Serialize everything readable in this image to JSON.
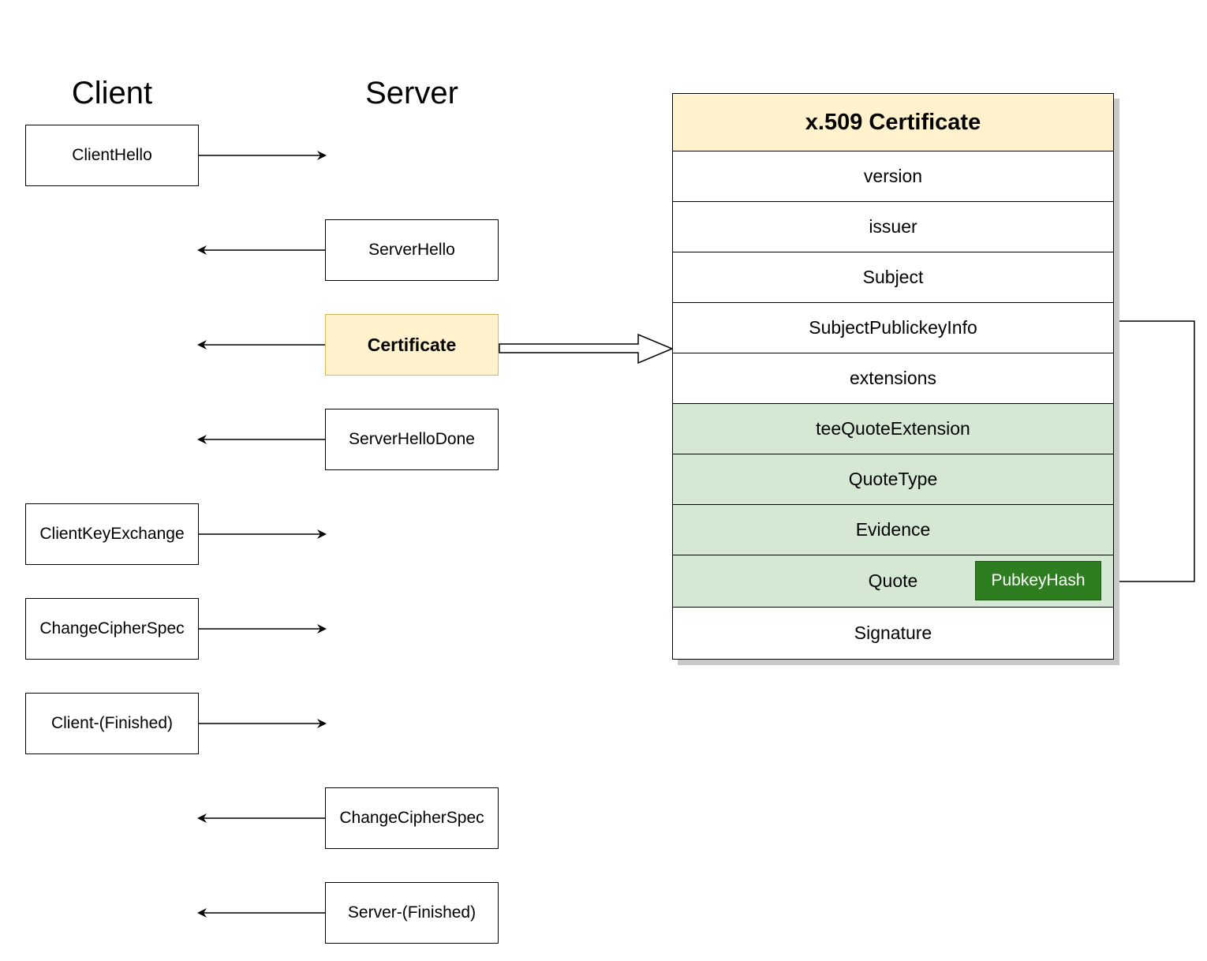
{
  "diagram": {
    "client_title": "Client",
    "server_title": "Server",
    "messages": [
      {
        "label": "ClientHello",
        "side": "client",
        "direction": "to-server"
      },
      {
        "label": "ServerHello",
        "side": "server",
        "direction": "to-client"
      },
      {
        "label": "Certificate",
        "side": "server",
        "direction": "to-client",
        "highlight": true
      },
      {
        "label": "ServerHelloDone",
        "side": "server",
        "direction": "to-client"
      },
      {
        "label": "ClientKeyExchange",
        "side": "client",
        "direction": "to-server"
      },
      {
        "label": "ChangeCipherSpec",
        "side": "client",
        "direction": "to-server"
      },
      {
        "label": "Client-(Finished)",
        "side": "client",
        "direction": "to-server"
      },
      {
        "label": "ChangeCipherSpec",
        "side": "server",
        "direction": "to-client"
      },
      {
        "label": "Server-(Finished)",
        "side": "server",
        "direction": "to-client"
      }
    ],
    "certificate": {
      "title": "x.509 Certificate",
      "fields": [
        {
          "label": "version"
        },
        {
          "label": "issuer"
        },
        {
          "label": "Subject"
        },
        {
          "label": "SubjectPublickeyInfo"
        },
        {
          "label": "extensions"
        },
        {
          "label": "teeQuoteExtension",
          "tee": true
        },
        {
          "label": "QuoteType",
          "tee": true
        },
        {
          "label": "Evidence",
          "tee": true
        },
        {
          "label": "Quote",
          "tee": true
        },
        {
          "label": "Signature"
        }
      ],
      "quote_inner": "PubkeyHash"
    },
    "colors": {
      "highlight_fill": "#fff2cc",
      "highlight_border": "#d6b656",
      "tee_fill": "#d5e8d4",
      "pubkey_fill": "#2e7d21",
      "line": "#000000"
    }
  }
}
